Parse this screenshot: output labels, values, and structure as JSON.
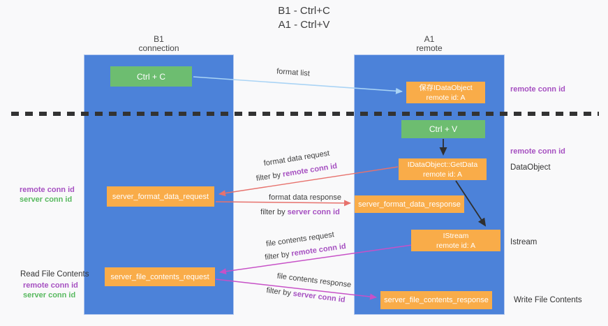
{
  "title": {
    "line1": "B1 - Ctrl+C",
    "line2": "A1 - Ctrl+V"
  },
  "lanes": {
    "left": {
      "name": "B1",
      "role": "connection"
    },
    "right": {
      "name": "A1",
      "role": "remote"
    }
  },
  "boxes": {
    "ctrl_c": {
      "label": "Ctrl + C"
    },
    "save_idataobject": {
      "line1": "保存IDataObject",
      "line2": "remote id: A"
    },
    "ctrl_v": {
      "label": "Ctrl + V"
    },
    "getdata": {
      "line1": "IDataObject::GetData",
      "line2": "remote id: A"
    },
    "format_request": {
      "label": "server_format_data_request"
    },
    "format_response": {
      "label": "server_format_data_response"
    },
    "istream": {
      "line1": "IStream",
      "line2": "remote id: A"
    },
    "file_request": {
      "label": "server_file_contents_request"
    },
    "file_response": {
      "label": "server_file_contents_response"
    }
  },
  "arrows": {
    "format_list": {
      "label": "format list"
    },
    "format_request": {
      "label": "format data request",
      "filter_prefix": "filter by",
      "filter_key": "remote conn id"
    },
    "format_response": {
      "label": "format data response",
      "filter_prefix": "filter by",
      "filter_key": "server conn id"
    },
    "file_request": {
      "label": "file contents request",
      "filter_prefix": "filter by",
      "filter_key": "remote conn id"
    },
    "file_response": {
      "label": "file contents response",
      "filter_prefix": "filter by",
      "filter_key": "server conn id"
    }
  },
  "annotations": {
    "left_top": {
      "remote": "remote conn id",
      "server": "server conn id"
    },
    "left_bottom": {
      "title": "Read File Contents",
      "remote": "remote conn id",
      "server": "server conn id"
    },
    "right": {
      "conn1": "remote conn id",
      "conn2": "remote conn id",
      "dataobject": "DataObject",
      "istream": "Istream",
      "write": "Write File Contents"
    }
  },
  "colors": {
    "bg": "#f9f9fa",
    "lane-blue": "#4c82d9",
    "box-green": "#6dbd70",
    "box-orange": "#f9ac49",
    "arrow-blue": "#aad4f5",
    "arrow-red": "#e7726d",
    "arrow-magenta": "#c751c7",
    "arrow-black": "#2f2f2f",
    "text-purple": "#a651c1",
    "text-green": "#58b95f",
    "text-dark": "#3d3d3d"
  }
}
